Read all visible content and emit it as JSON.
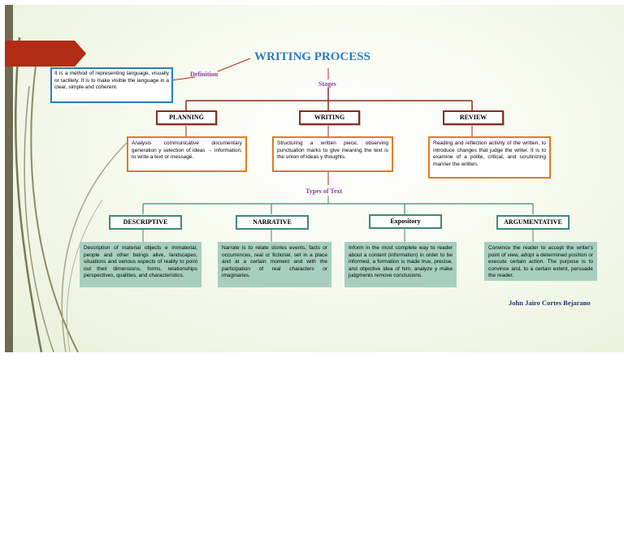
{
  "title": "WRITING PROCESS",
  "definition_label": "Definition",
  "definition_text": "It is a method of representing language, visually or tactilely. It is to make visible the language in a clear, simple and coherent.",
  "stages_label": "Stages",
  "stages": [
    {
      "name": "PLANNING",
      "description": "Analysis communicative documentary generation y selection of ideas → information, to write a text or message."
    },
    {
      "name": "WRITING",
      "description": "Structuring a written piece, observing punctuation marks to give meaning the text is the union of ideas y thoughts."
    },
    {
      "name": "REVIEW",
      "description": "Reading and reflection activity of the written, to introduce changes that judge the writer. It is to examine of a polite, critical, and scrutinizing manner the written."
    }
  ],
  "types_label": "Types of Text",
  "types": [
    {
      "name": "DESCRIPTIVE",
      "description": "Description of material objects e immaterial, people and other beings alive, landscapes, situations and various aspects of reality to point out their dimensions, forms, relationships perspectives, qualities, and characteristics."
    },
    {
      "name": "NARRATIVE",
      "description": "Narrate is to relate stories events, facts or occurrences, real or fictional, set in a place and at a certain moment and with the participation of real characters or imaginaries."
    },
    {
      "name": "Expository",
      "description": "Inform in the most complete way to reader about a content (information) in order to be informed, a formation is made true, precise, and objective idea of him; analyze y make judgments remove conclusions."
    },
    {
      "name": "ARGUMENTATIVE",
      "description": "Convince the reader to accept the writer's point of view, adopt a determined position or execute certain action. The purpose is to convince and, to a certain extent, persuade the reader."
    }
  ],
  "author": "John Jairo Cortes Bejarano",
  "colors": {
    "title": "#2a7cc0",
    "stage_border": "#8b2a1e",
    "stage_desc_border": "#e07b20",
    "type_border": "#3e8a76",
    "type_desc_fill": "#a6cfbf",
    "label_purple": "#8a3fa0",
    "accent_red": "#b22b14",
    "side_bar": "#6f6b4f"
  }
}
